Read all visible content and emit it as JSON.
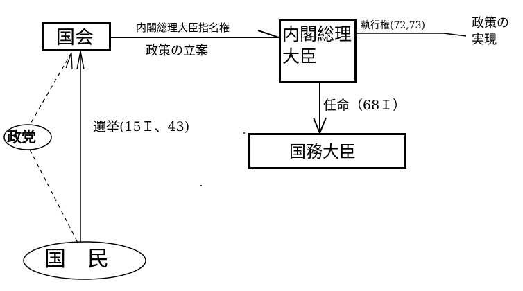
{
  "nodes": {
    "kokkai": "国会",
    "naikaku_line1": "内閣総理",
    "naikaku_line2": "大臣",
    "kokumu": "国務大臣",
    "kokumin": "国　民",
    "seito": "政党"
  },
  "edges": {
    "shimei": "内閣総理大臣指名権",
    "rippan": "政策の立案",
    "shikko": "執行権(72,73)",
    "seisaku_line1": "政策の",
    "seisaku_line2": "実現",
    "ninmei": "任命（68Ｉ）",
    "senkyo": "選挙(15Ｉ、43)"
  }
}
